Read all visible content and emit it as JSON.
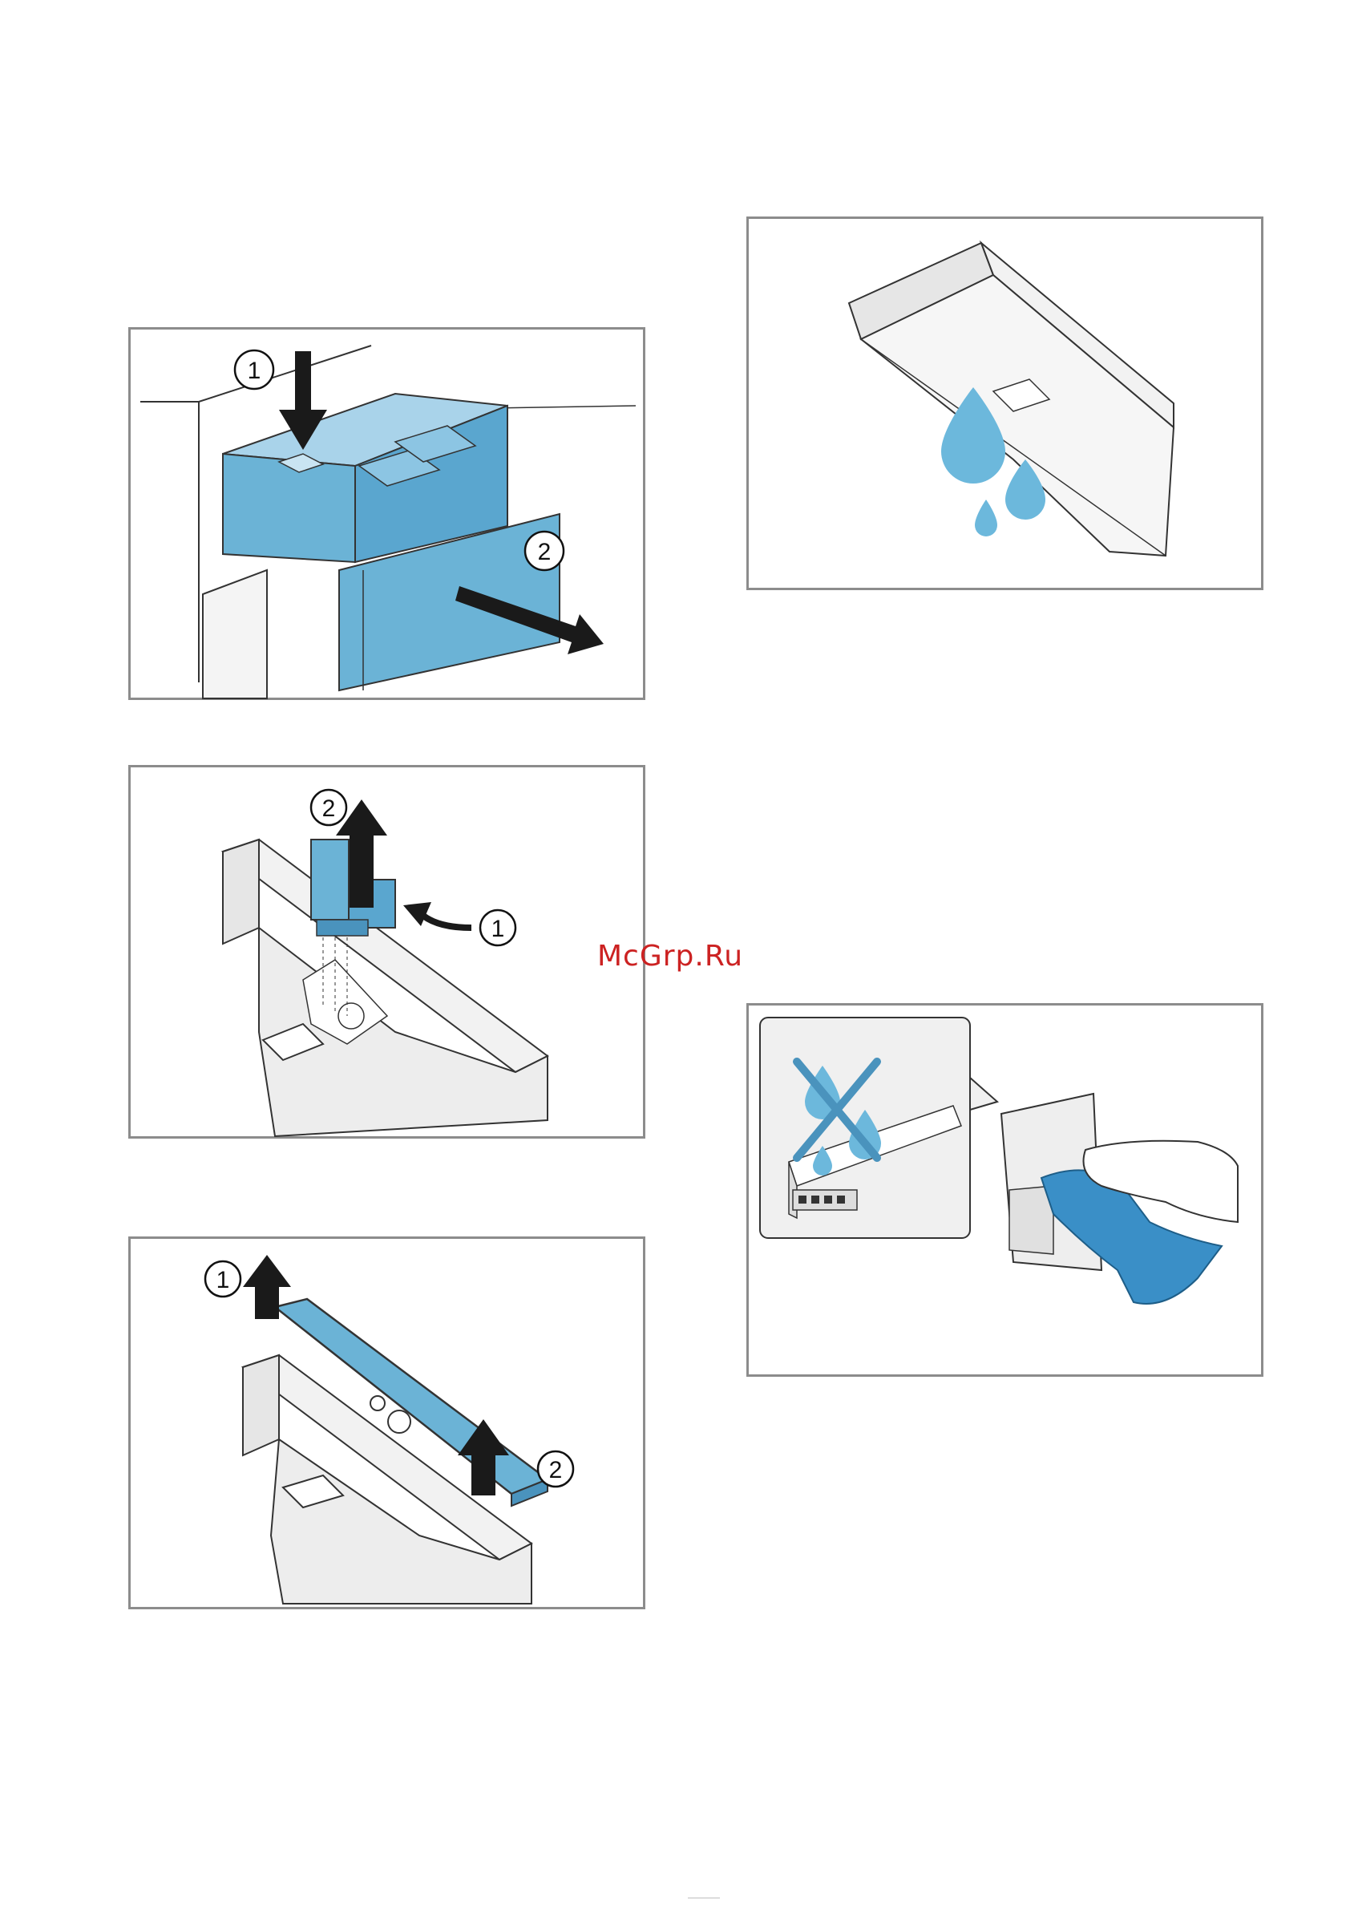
{
  "watermark": "McGrp.Ru",
  "colors": {
    "accent_blue": "#6bb3d6",
    "accent_blue_dark": "#4a93bd",
    "drop_blue": "#6cb8dc",
    "cloth_blue": "#3a8fc7",
    "frame_gray": "#8c8c8c",
    "line_dark": "#333333",
    "fill_light": "#f0f0f0",
    "arrow_black": "#1a1a1a"
  },
  "panels": [
    {
      "step_labels": [
        "1",
        "2"
      ],
      "icons": [
        "press-down-arrow",
        "pull-out-arrow"
      ]
    },
    {
      "step_labels": [
        "2",
        "1"
      ],
      "icons": [
        "lift-up-arrow",
        "squeeze-arrow"
      ]
    },
    {
      "step_labels": [
        "1",
        "2"
      ],
      "icons": [
        "lift-up-arrow",
        "lift-up-arrow"
      ]
    },
    {
      "step_labels": [],
      "icons": [
        "water-drop-icon"
      ]
    },
    {
      "step_labels": [],
      "icons": [
        "no-water-icon",
        "wipe-cloth-icon"
      ]
    }
  ]
}
